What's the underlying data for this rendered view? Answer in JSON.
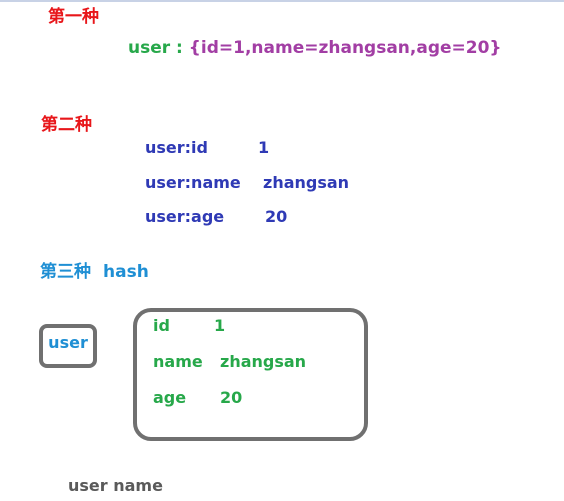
{
  "section1": {
    "heading": "第一种",
    "label": "user : ",
    "value": "{id=1,name=zhangsan,age=20}"
  },
  "section2": {
    "heading": "第二种",
    "rows": [
      {
        "key": "user:id",
        "value": "1"
      },
      {
        "key": "user:name",
        "value": "zhangsan"
      },
      {
        "key": "user:age",
        "value": "20"
      }
    ]
  },
  "section3": {
    "heading": "第三种",
    "heading_suffix": "hash",
    "key_label": "user",
    "fields": [
      {
        "field": "id",
        "value": "1"
      },
      {
        "field": "name",
        "value": "zhangsan"
      },
      {
        "field": "age",
        "value": "20"
      }
    ]
  },
  "footer": {
    "text": "user name"
  },
  "colors": {
    "heading_red": "#e8161a",
    "heading_blue": "#1f8fd4",
    "green": "#27a84a",
    "purple": "#a23ea4",
    "navy": "#2f3ab5",
    "box_border": "#707070",
    "gray_text": "#5a5a5a"
  }
}
